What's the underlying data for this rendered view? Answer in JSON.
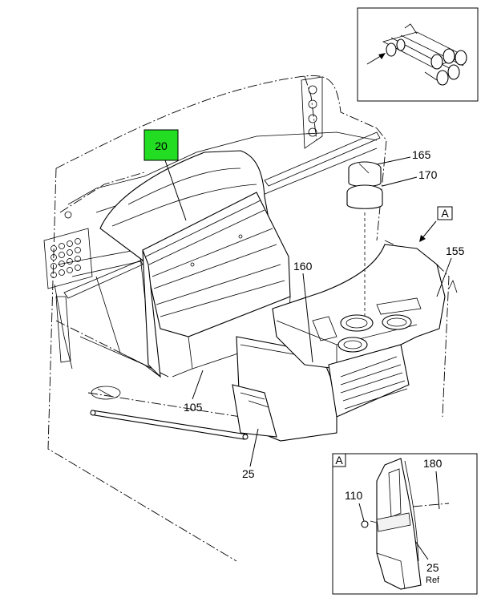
{
  "callouts": {
    "c20": "20",
    "c165": "165",
    "c170": "170",
    "c155": "155",
    "c160": "160",
    "c105": "105",
    "c25": "25",
    "c110": "110",
    "c180": "180",
    "c25ref_num": "25",
    "c25ref_note": "Ref"
  },
  "view_markers": {
    "view_a_main": "A",
    "view_a_detail": "A"
  },
  "colors": {
    "highlight": "#22dd22",
    "line": "#000000"
  }
}
